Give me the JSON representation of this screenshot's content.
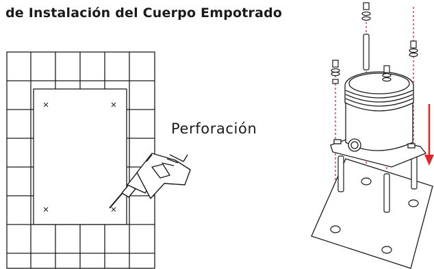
{
  "title": "de Instalación del Cuerpo Empotrado",
  "drilling_label": "Perforación",
  "colors": {
    "line": "#1a1a1a",
    "accent_red": "#e0262b",
    "background": "#ffffff"
  },
  "icons": [
    "drill-icon",
    "down-arrow-icon",
    "anchor-marks",
    "embedded-box"
  ]
}
